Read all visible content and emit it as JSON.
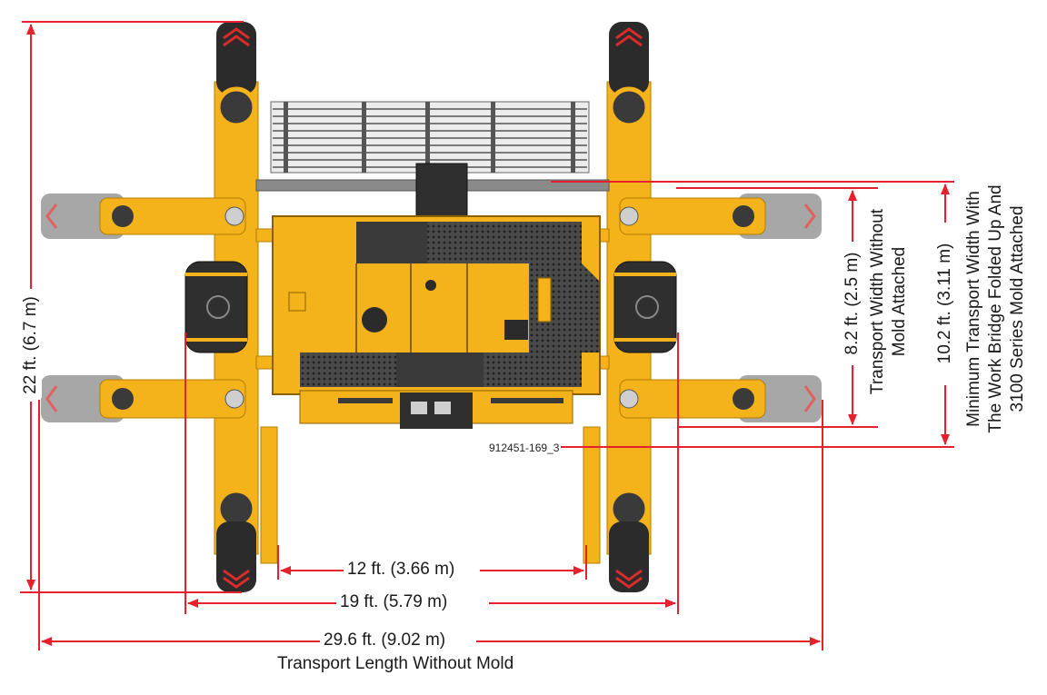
{
  "colors": {
    "dimension_line": "#e5212e",
    "machine_yellow": "#f4b21b",
    "machine_yellow_dark": "#c98c06",
    "track_dark": "#2b2b2b",
    "track_grey": "#8a8a8a",
    "panel_dark": "#3a3a3a",
    "chevron_red": "#d92b2b"
  },
  "part_number": "912451-169_3",
  "dimensions": {
    "height_22": {
      "label": "22 ft. (6.7 m)"
    },
    "width_12": {
      "label": "12 ft. (3.66 m)"
    },
    "width_19": {
      "label": "19 ft. (5.79 m)"
    },
    "length_29": {
      "label": "29.6 ft. (9.02 m)",
      "caption": "Transport Length Without Mold"
    },
    "width_8": {
      "label": "8.2 ft. (2.5 m)",
      "caption_lines": [
        "Transport Width Without",
        "Mold Attached"
      ]
    },
    "width_10": {
      "label": "10.2 ft. (3.11 m)",
      "caption_lines": [
        "Minimum Transport Width With",
        "The Work Bridge Folded Up And",
        "3100 Series Mold Attached"
      ]
    }
  }
}
